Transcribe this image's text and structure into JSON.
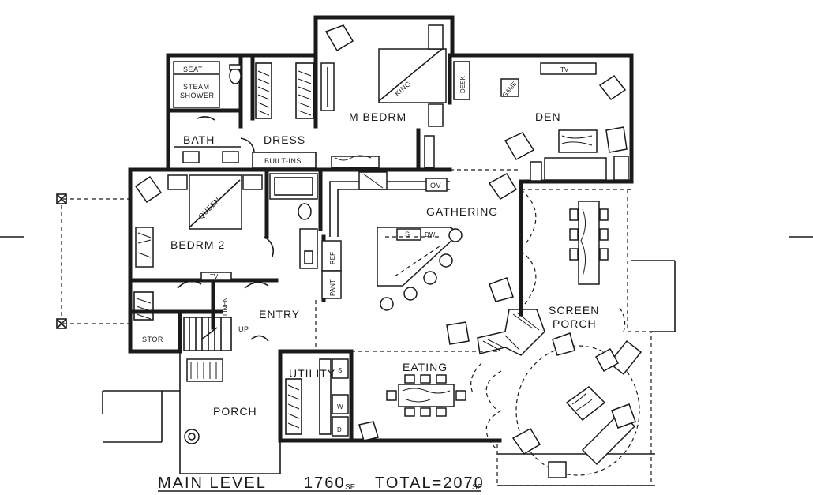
{
  "rooms": {
    "seat": "SEAT",
    "steam_shower_1": "STEAM",
    "steam_shower_2": "SHOWER",
    "bath": "BATH",
    "dress": "DRESS",
    "built_ins": "BUILT-INS",
    "master_bedroom": "M BEDRM",
    "king": "KING",
    "desk": "DESK",
    "game": "GAME",
    "tv_den": "TV",
    "den": "DEN",
    "queen": "QUEEN",
    "bedroom2": "BEDRM 2",
    "tv_bed2": "TV",
    "ov": "OV",
    "gathering": "GATHERING",
    "sink": "S",
    "dishwasher": "DW",
    "refrigerator": "REF",
    "pantry": "PANT",
    "linen": "LINEN",
    "up": "UP",
    "entry": "ENTRY",
    "storage": "STOR",
    "utility": "UTILITY",
    "utility_s": "S",
    "washer": "W",
    "dryer": "D",
    "eating": "EATING",
    "screen_porch_1": "SCREEN",
    "screen_porch_2": "PORCH",
    "porch": "PORCH"
  },
  "footer": {
    "level": "MAIN LEVEL",
    "main_area": "1760",
    "main_unit": "SF",
    "total": "TOTAL=2070",
    "total_unit": "SF"
  }
}
